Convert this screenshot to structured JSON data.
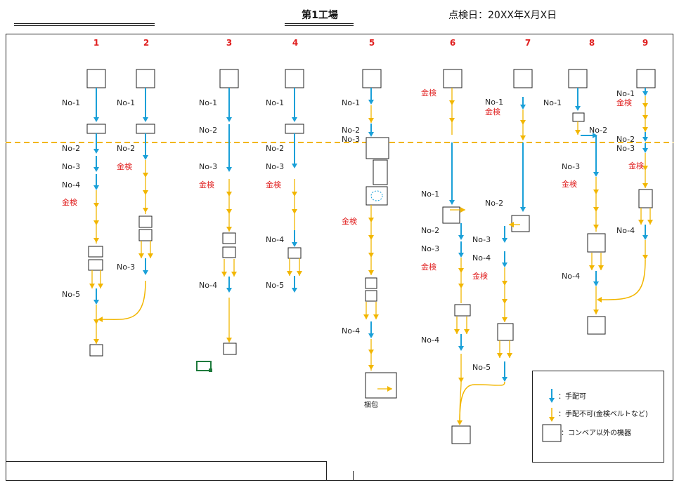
{
  "header": {
    "title": "第1工場",
    "inspection_date": "点検日：20XX年X月X日"
  },
  "columns": [
    "1",
    "2",
    "3",
    "4",
    "5",
    "6",
    "7",
    "8",
    "9"
  ],
  "labels": {
    "no1": "No-1",
    "no2": "No-2",
    "no3": "No-3",
    "no4": "No-4",
    "no5": "No-5",
    "kinken": "金検",
    "konpo": "梱包"
  },
  "legend": {
    "arrangeable": "：手配可",
    "not_arrangeable": "：手配不可(金検ベルトなど)",
    "non_conveyor": "：コンベア以外の機器"
  },
  "colors": {
    "arrangeable": "#1aa0d8",
    "not_arrangeable": "#f2b600",
    "column_number": "#e02020",
    "kinken_label": "#e02020",
    "dashed_line": "#f2b600",
    "green_marker": "#1e7a3c"
  }
}
